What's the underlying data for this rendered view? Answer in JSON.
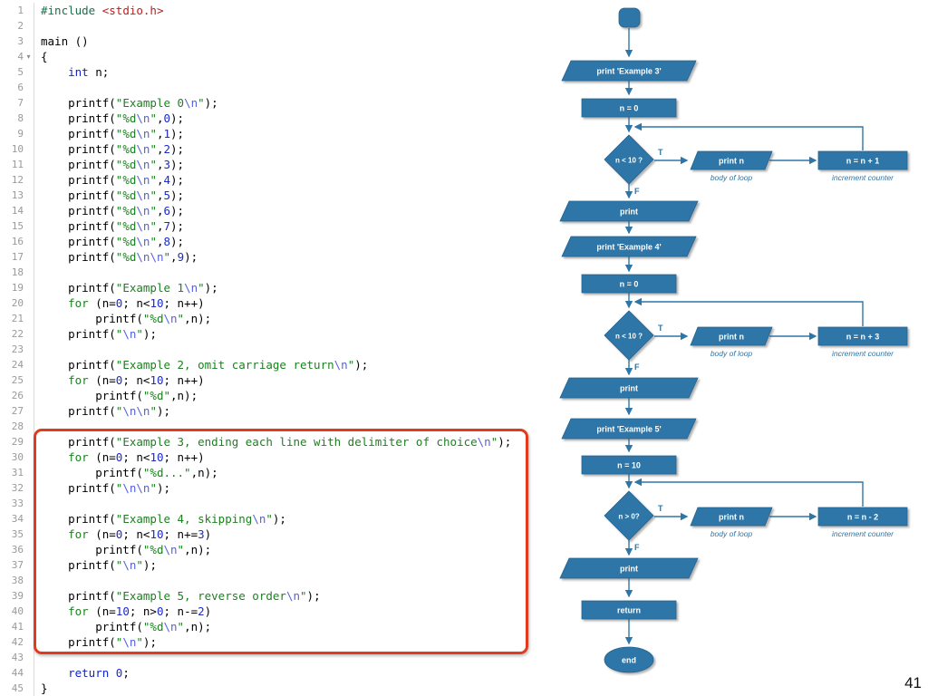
{
  "page_number": "41",
  "editor": {
    "fold_marker_line": 4,
    "fold_icon": "▾",
    "lines": [
      "#include <stdio.h>",
      "",
      "main ()",
      "{",
      "    int n;",
      "",
      "    printf(\"Example 0\\n\");",
      "    printf(\"%d\\n\",0);",
      "    printf(\"%d\\n\",1);",
      "    printf(\"%d\\n\",2);",
      "    printf(\"%d\\n\",3);",
      "    printf(\"%d\\n\",4);",
      "    printf(\"%d\\n\",5);",
      "    printf(\"%d\\n\",6);",
      "    printf(\"%d\\n\",7);",
      "    printf(\"%d\\n\",8);",
      "    printf(\"%d\\n\\n\",9);",
      "",
      "    printf(\"Example 1\\n\");",
      "    for (n=0; n<10; n++)",
      "        printf(\"%d\\n\",n);",
      "    printf(\"\\n\");",
      "",
      "    printf(\"Example 2, omit carriage return\\n\");",
      "    for (n=0; n<10; n++)",
      "        printf(\"%d\",n);",
      "    printf(\"\\n\\n\");",
      "",
      "    printf(\"Example 3, ending each line with delimiter of choice\\n\");",
      "    for (n=0; n<10; n++)",
      "        printf(\"%d...\",n);",
      "    printf(\"\\n\\n\");",
      "",
      "    printf(\"Example 4, skipping\\n\");",
      "    for (n=0; n<10; n+=3)",
      "        printf(\"%d\\n\",n);",
      "    printf(\"\\n\");",
      "",
      "    printf(\"Example 5, reverse order\\n\");",
      "    for (n=10; n>0; n-=2)",
      "        printf(\"%d\\n\",n);",
      "    printf(\"\\n\");",
      "",
      "    return 0;",
      "}"
    ]
  },
  "highlight": {
    "color": "#e23a1c"
  },
  "flowchart": {
    "shape_color": "#2e76a8",
    "true_label": "T",
    "false_label": "F",
    "body_note": "body of loop",
    "counter_note": "increment counter",
    "nodes": {
      "print_example3": "print 'Example 3'",
      "set_n0_1": "n = 0",
      "cond1": "n < 10 ?",
      "print_n1": "print n",
      "inc1": "n = n + 1",
      "print1": "print",
      "print_example4": "print 'Example 4'",
      "set_n0_2": "n = 0",
      "cond2": "n < 10 ?",
      "print_n2": "print n",
      "inc2": "n = n + 3",
      "print2": "print",
      "print_example5": "print 'Example 5'",
      "set_n10": "n = 10",
      "cond3": "n > 0?",
      "print_n3": "print n",
      "inc3": "n = n - 2",
      "print3": "print",
      "return_node": "return",
      "end": "end"
    }
  }
}
